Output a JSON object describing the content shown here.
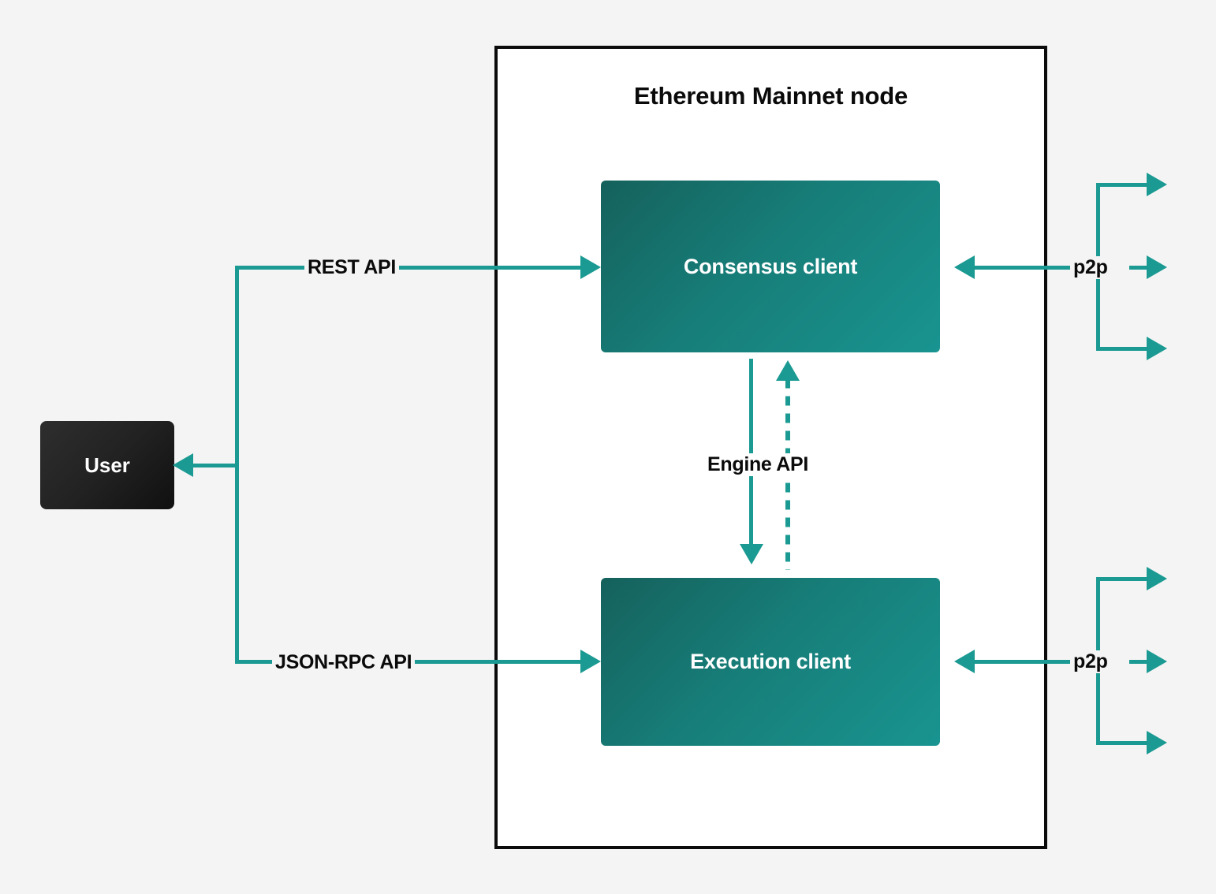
{
  "diagram": {
    "title": "Ethereum Mainnet node",
    "background_color": "#f4f4f4",
    "accent_color": "#1a9a92",
    "border_color": "#0b0b0b"
  },
  "nodes": {
    "user": {
      "label": "User",
      "fill_from": "#2e2e2e",
      "fill_to": "#101010"
    },
    "consensus_client": {
      "label": "Consensus client",
      "fill_from": "#15615c",
      "fill_to": "#199490"
    },
    "execution_client": {
      "label": "Execution client",
      "fill_from": "#15615c",
      "fill_to": "#199490"
    }
  },
  "edges": {
    "rest_api": {
      "label": "REST API"
    },
    "json_rpc_api": {
      "label": "JSON-RPC API"
    },
    "engine_api": {
      "label": "Engine API"
    },
    "p2p_consensus": {
      "label": "p2p"
    },
    "p2p_execution": {
      "label": "p2p"
    }
  }
}
